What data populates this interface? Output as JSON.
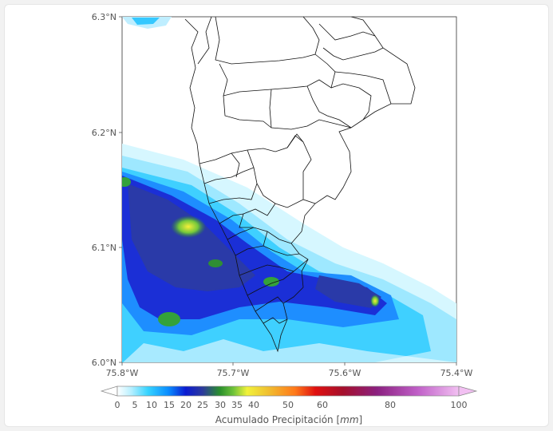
{
  "map": {
    "lat_ticks": [
      "6.3°N",
      "6.2°N",
      "6.1°N",
      "6.0°N"
    ],
    "lon_ticks": [
      "75.8°W",
      "75.7°W",
      "75.6°W",
      "75.4°W"
    ]
  },
  "colorbar": {
    "label_text": "Acumulado Precipitación [",
    "label_unit": "mm",
    "label_close": "]",
    "ticks": [
      "0",
      "5",
      "10",
      "15",
      "20",
      "25",
      "30",
      "35",
      "40",
      "50",
      "60",
      "80",
      "100"
    ],
    "colors": [
      "#ffffff",
      "#b8f0ff",
      "#35d3ff",
      "#0a8cff",
      "#0b1bd1",
      "#2c3a9c",
      "#2a8f2c",
      "#6fc33a",
      "#f1f23a",
      "#f0c030",
      "#ff7a1a",
      "#e01010",
      "#a50f2b",
      "#8b2080",
      "#c060c8",
      "#f2c0f2"
    ]
  }
}
